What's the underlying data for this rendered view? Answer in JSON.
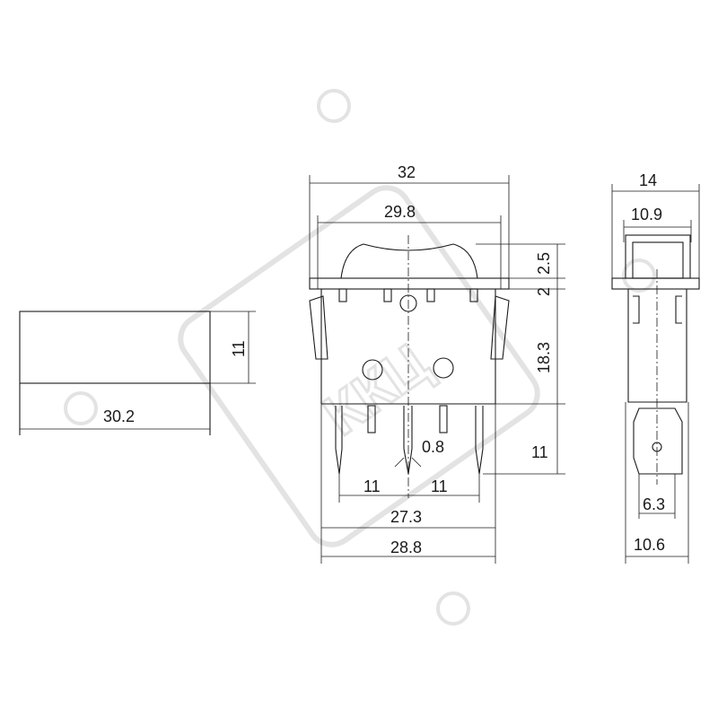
{
  "watermark": {
    "text": "ККЦ"
  },
  "dimensions": {
    "front_housing_width": "32",
    "front_rocker_width": "29.8",
    "rocker_height": "2.5",
    "flange_thickness": "2",
    "body_height": "18.3",
    "terminal_length": "11",
    "terminal_thickness": "0.8",
    "pitch_left": "11",
    "pitch_right": "11",
    "body_width": "27.3",
    "overall_body_width": "28.8",
    "side_width_top": "14",
    "side_rocker_width": "10.9",
    "side_terminal_width": "6.3",
    "side_body_width": "10.6",
    "left_width": "30.2",
    "left_height": "11"
  }
}
